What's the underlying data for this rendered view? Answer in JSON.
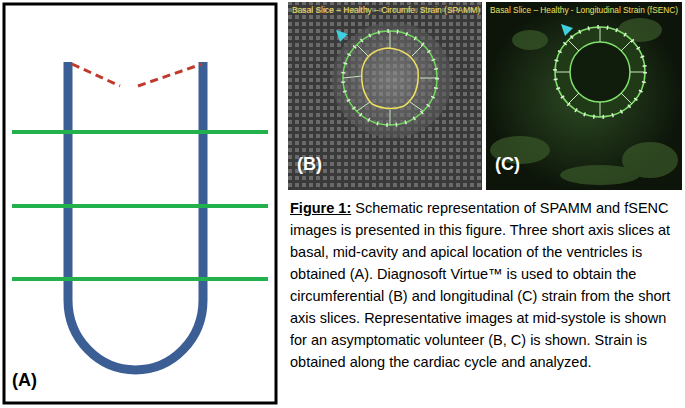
{
  "diagram": {
    "caption": "Figure 1: Schematic representation of SPAMM and fSENC images is presented in this figure. Three short axis slices at basal, mid-cavity and apical location of the ventricles is obtained (A). Diagnosoft Virtue™ is used to obtain the circumferential (B) and longitudinal (C) strain from the short axis slices. Representative images at mid-systole is shown for an asymptomatic volunteer (B, C) is shown. Strain is obtained along the cardiac cycle and analyzed.",
    "labels": [
      "(A)",
      "Basal Slice – Healthy – Circumfe. Strain (SPAMM)",
      "(B)",
      "Basal Slice – Healthy - Longitudinal Strain (fSENC)",
      "(C)"
    ]
  }
}
